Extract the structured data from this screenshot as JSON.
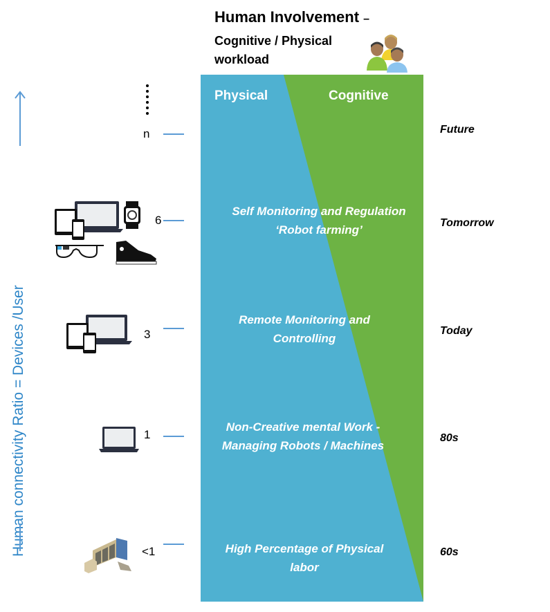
{
  "header": {
    "title": "Human Involvement",
    "title_dash": "–",
    "subtitle_line1": "Cognitive / Physical",
    "subtitle_line2": "workload",
    "icon": "people-group-icon"
  },
  "columns": {
    "physical": "Physical",
    "cognitive": "Cognitive"
  },
  "colors": {
    "physical": "#4fb1d1",
    "cognitive": "#6db344",
    "axis": "#5b9bd5",
    "axis_text": "#2e86c8"
  },
  "stages": [
    {
      "line1": "Self Monitoring and Regulation",
      "line2": "‘Robot farming’"
    },
    {
      "line1": "Remote Monitoring and",
      "line2": "Controlling"
    },
    {
      "line1": "Non-Creative mental Work -",
      "line2": "Managing  Robots / Machines"
    },
    {
      "line1": "High Percentage of Physical",
      "line2": "labor"
    }
  ],
  "eras": [
    "Future",
    "Tomorrow",
    "Today",
    "80s",
    "60s"
  ],
  "ratios": [
    "n",
    "6",
    "3",
    "1",
    "<1"
  ],
  "axis": {
    "label": "Human connectivity Ratio = Devices /User",
    "continuation": "⋮"
  },
  "device_icons": [
    [
      "tablet-icon",
      "laptop-icon",
      "smartphone-icon",
      "smartwatch-icon",
      "smart-glasses-icon",
      "sneaker-icon"
    ],
    [
      "tablet-icon",
      "laptop-icon",
      "smartphone-icon"
    ],
    [
      "laptop-icon"
    ],
    [
      "industrial-machine-icon"
    ]
  ]
}
